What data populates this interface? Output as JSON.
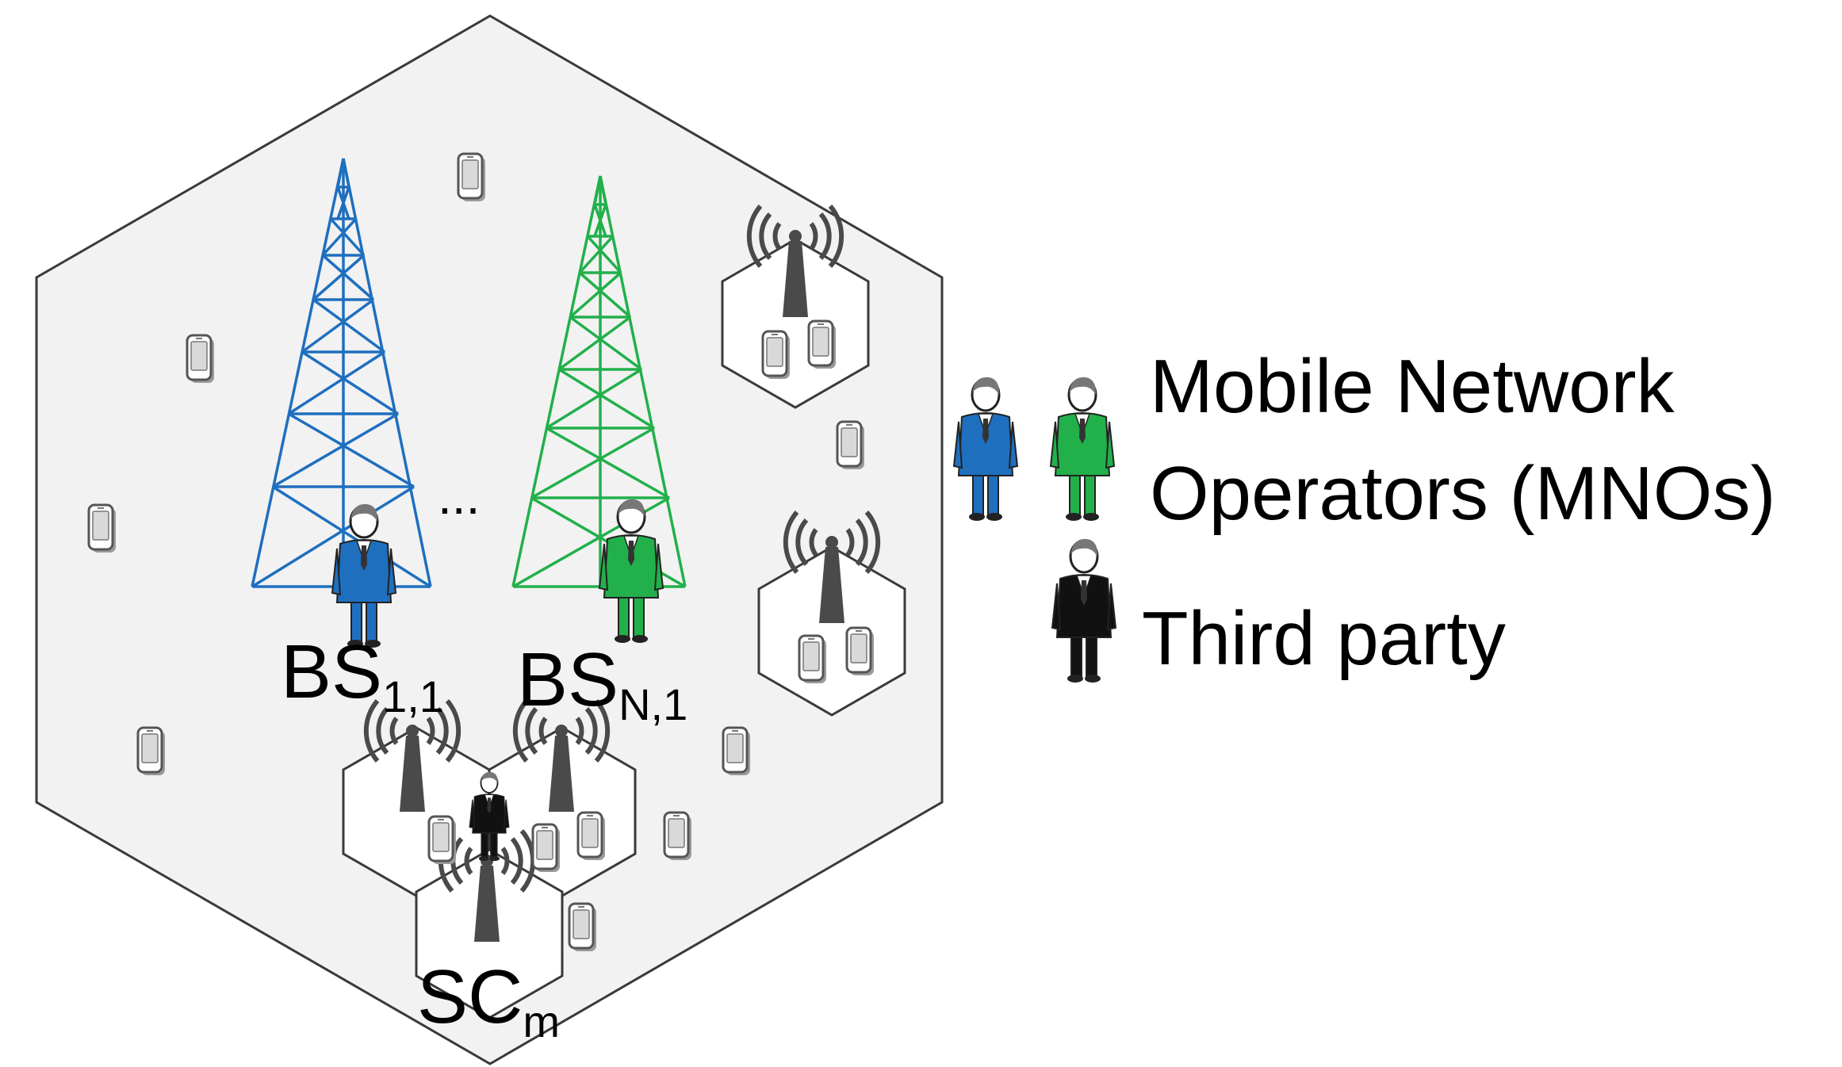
{
  "labels": {
    "bs_first_main": "BS",
    "bs_first_sub": "1,1",
    "bs_last_main": "BS",
    "bs_last_sub": "N,1",
    "ellipsis": "...",
    "sc_main": "SC",
    "sc_sub": "m"
  },
  "legend": {
    "mno_line1": "Mobile Network",
    "mno_line2": "Operators (MNOs)",
    "third_party": "Third party"
  },
  "colors": {
    "mno1": "#1f6fbf",
    "mnoN": "#22b04b",
    "third_party": "#111111",
    "macro_cell_fill": "#f2f2f2",
    "small_cell_fill": "#ffffff",
    "antenna": "#444444"
  }
}
